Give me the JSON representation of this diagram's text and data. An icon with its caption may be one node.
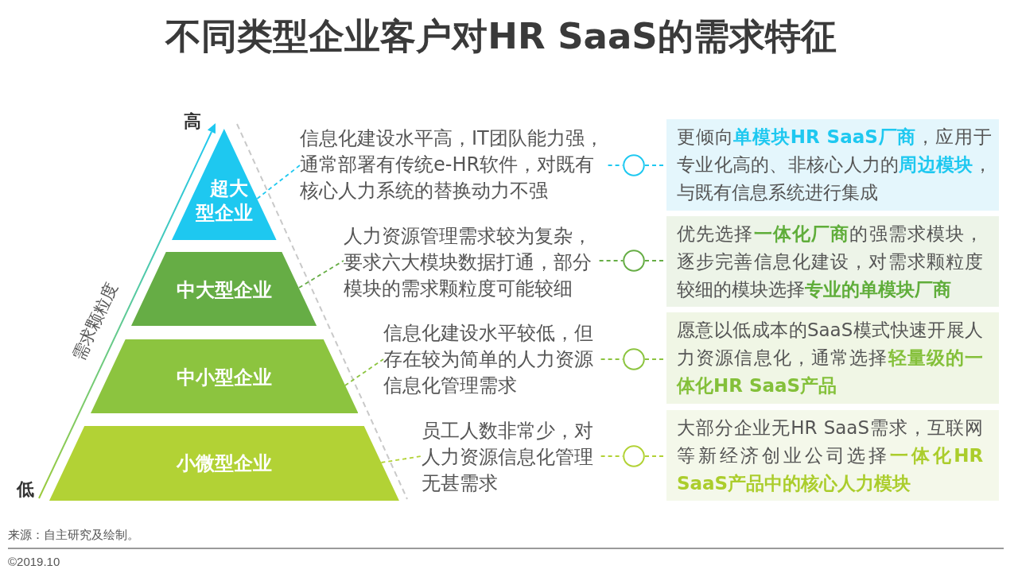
{
  "diagram": {
    "title": "不同类型企业客户对HR SaaS的需求特征",
    "nodes": [
      {
        "text": [
          "超大型企业"
        ]
      },
      {
        "text": [
          "中大型企业"
        ]
      },
      {
        "text": [
          "中小型企业"
        ]
      },
      {
        "text": [
          "小微型企业"
        ]
      },
      {
        "text": [
          "信息化建设水平高，IT团队能力强，通常部署有传统e-HR软件，对既有核心人力系统的替换动力不强"
        ]
      },
      {
        "text": [
          "人力资源管理需求较为复杂，要求六大模块数据打通，部分模块的需求颗粒度可能较细"
        ]
      },
      {
        "text": [
          "信息化建设水平较低，但存在较为简单的人力资源信息化管理需求"
        ]
      },
      {
        "text": [
          "员工人数非常少，对人力资源信息化管理无甚需求"
        ]
      },
      {
        "text": [],
        "shape": "circle"
      },
      {
        "text": [],
        "shape": "circle"
      },
      {
        "text": [],
        "shape": "circle"
      },
      {
        "text": [],
        "shape": "circle"
      },
      {
        "text": [
          "更倾向**单模块HR SaaS厂商**，应用于专业化高的、非核心人力的**周边模块**，与既有信息系统进行集成"
        ]
      },
      {
        "text": [
          "优先选择**一体化厂商**的强需求模块，逐步完善信息化建设，对需求颗粒度较细的模块选择**专业的单模块厂商**"
        ]
      },
      {
        "text": [
          "愿意以低成本的SaaS模式快速开展人力资源信息化，通常选择**轻量级的一体化HR SaaS产品**"
        ]
      },
      {
        "text": [
          "大部分企业无HR SaaS需求，互联网等新经济创业公司选择**一体化HR SaaS产品中的核心人力模块**"
        ]
      }
    ],
    "edges": [
      {
        "from": 0,
        "to": 4,
        "arrow": "none",
        "style": "dashed",
        "color": "#1ec8f0"
      },
      {
        "from": 4,
        "to": 8,
        "arrow": "none",
        "style": "dashed",
        "color": "#1ec8f0"
      },
      {
        "from": 8,
        "to": 12,
        "arrow": "none",
        "style": "dashed",
        "color": "#1ec8f0"
      },
      {
        "from": 1,
        "to": 5,
        "arrow": "none",
        "style": "dashed",
        "color": "#66ad45"
      },
      {
        "from": 5,
        "to": 9,
        "arrow": "none",
        "style": "dashed",
        "color": "#66ad45"
      },
      {
        "from": 9,
        "to": 13,
        "arrow": "none",
        "style": "dashed",
        "color": "#66ad45"
      },
      {
        "from": 2,
        "to": 6,
        "arrow": "none",
        "style": "dashed",
        "color": "#8cc43f"
      },
      {
        "from": 6,
        "to": 10,
        "arrow": "none",
        "style": "dashed",
        "color": "#8cc43f"
      },
      {
        "from": 10,
        "to": 14,
        "arrow": "none",
        "style": "dashed",
        "color": "#8cc43f"
      },
      {
        "from": 3,
        "to": 7,
        "arrow": "none",
        "style": "dashed",
        "color": "#b2d235"
      },
      {
        "from": 7,
        "to": 11,
        "arrow": "none",
        "style": "dashed",
        "color": "#b2d235"
      },
      {
        "from": 11,
        "to": 15,
        "arrow": "none",
        "style": "dashed",
        "color": "#b2d235"
      }
    ],
    "labels": [
      "高",
      "需求颗粒度",
      "低",
      "来源：自主研究及绘制。",
      "©2019.10"
    ]
  }
}
